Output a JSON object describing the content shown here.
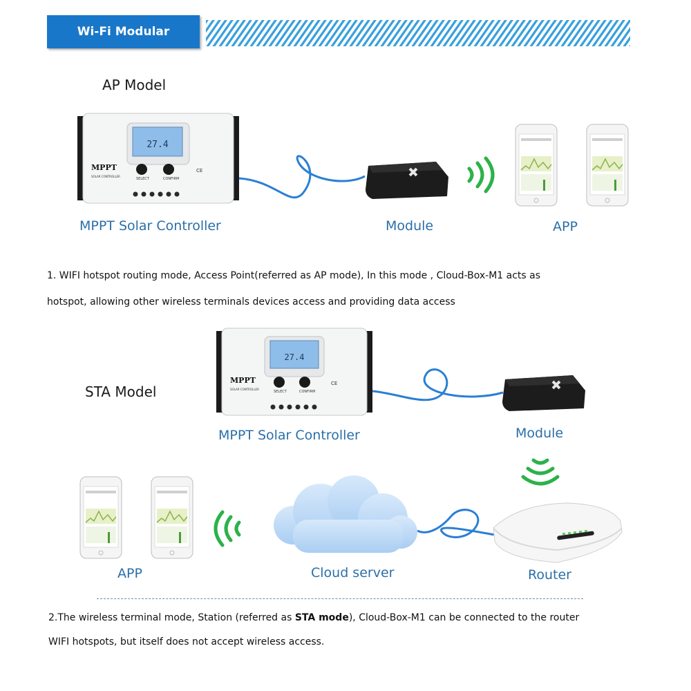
{
  "banner": {
    "title": "Wi-Fi Modular Function"
  },
  "ap_section": {
    "title": "AP Model",
    "controller_label": "MPPT Solar Controller",
    "module_label": "Module",
    "app_label": "APP",
    "description_line1": "1. WIFI hotspot routing mode, Access Point(referred as AP mode), In this mode , Cloud-Box-M1 acts as",
    "description_line2": "hotspot, allowing other wireless terminals devices access and providing data access"
  },
  "sta_section": {
    "title": "STA Model",
    "controller_label": "MPPT Solar Controller",
    "module_label": "Module",
    "app_label": "APP",
    "cloud_label": "Cloud server",
    "router_label": "Router",
    "description_line1_pre": "2.The wireless terminal mode, Station (referred as ",
    "description_line1_bold": "STA mode",
    "description_line1_post": "), Cloud-Box-M1 can be connected to the router",
    "description_line2": "WIFI hotspots, but itself does not accept wireless access."
  },
  "controller": {
    "brand": "MPPT",
    "sub": "SOLAR CONTROLLER",
    "btn_left": "SELECT",
    "btn_right": "CONFIRM",
    "lcd_value": "27.4"
  },
  "icons": [
    "wifi-signal-icon",
    "cloud-icon",
    "router-icon",
    "smartphone-icon"
  ],
  "colors": {
    "banner_blue": "#1977c9",
    "label_blue": "#2a6fa8",
    "cable_blue": "#2a7fd4",
    "signal_green": "#2bb24a",
    "cloud_blue": "#bcd8f4"
  }
}
